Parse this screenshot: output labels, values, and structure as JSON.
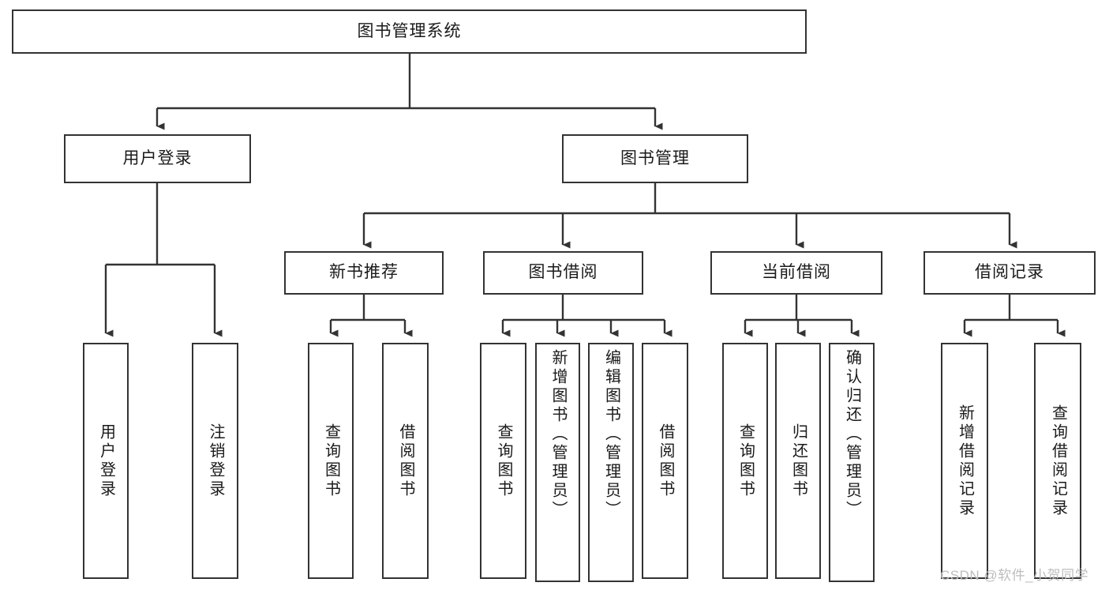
{
  "diagram": {
    "type": "tree",
    "title": "图书管理系统",
    "root": {
      "label": "图书管理系统"
    },
    "level2": [
      {
        "label": "用户登录"
      },
      {
        "label": "图书管理"
      }
    ],
    "level3": [
      {
        "label": "新书推荐"
      },
      {
        "label": "图书借阅"
      },
      {
        "label": "当前借阅"
      },
      {
        "label": "借阅记录"
      }
    ],
    "leaves": {
      "user_login": [
        {
          "label": "用户登录"
        },
        {
          "label": "注销登录"
        }
      ],
      "new_book_recommend": [
        {
          "label": "查询图书"
        },
        {
          "label": "借阅图书"
        }
      ],
      "book_borrow": [
        {
          "label": "查询图书"
        },
        {
          "label": "新增图书（管理员）"
        },
        {
          "label": "编辑图书（管理员）"
        },
        {
          "label": "借阅图书"
        }
      ],
      "current_borrow": [
        {
          "label": "查询图书"
        },
        {
          "label": "归还图书"
        },
        {
          "label": "确认归还（管理员）"
        }
      ],
      "borrow_record": [
        {
          "label": "新增借阅记录"
        },
        {
          "label": "查询借阅记录"
        }
      ]
    }
  },
  "watermark": {
    "text": "CSDN @软件_小贺同学"
  },
  "colors": {
    "stroke": "#333333",
    "background": "#ffffff",
    "text": "#1a1a1a",
    "watermark": "#bdbdbd"
  }
}
